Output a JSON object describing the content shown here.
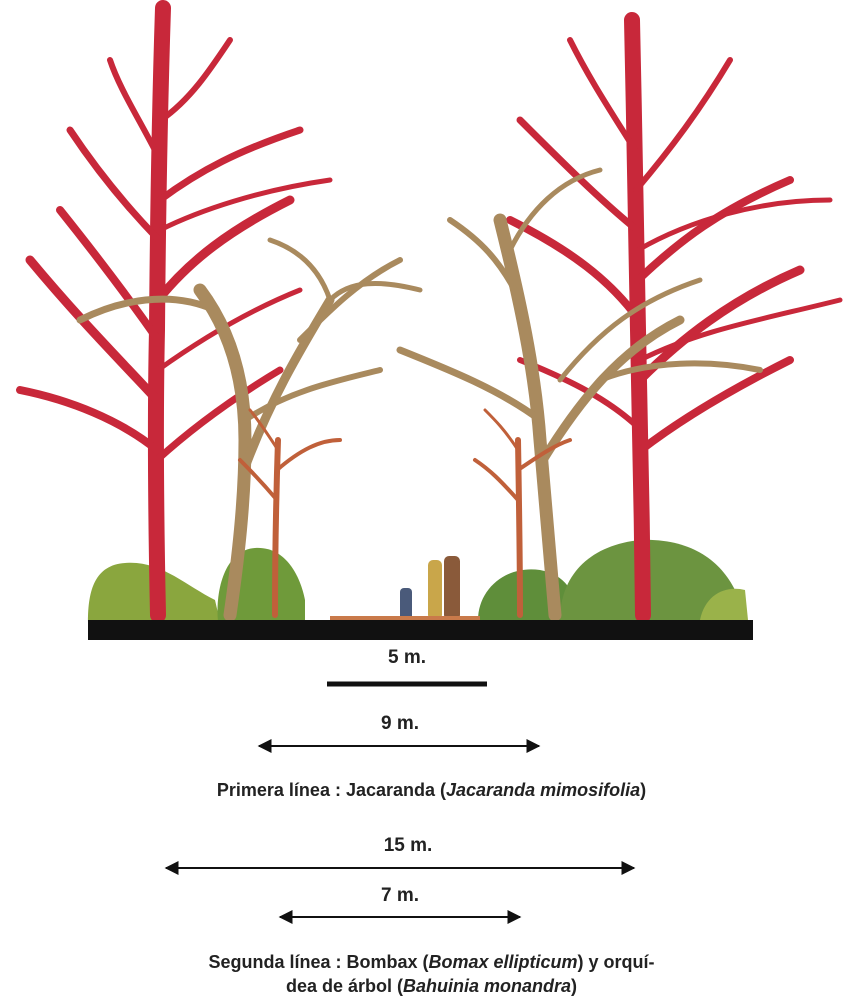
{
  "scale_bar": {
    "label": "5 m."
  },
  "row1": {
    "spacing_label": "9 m.",
    "caption_pre": "Primera línea : Jacaranda (",
    "caption_species": "Jacaranda mimosifolia",
    "caption_post": ")"
  },
  "row2": {
    "spacing_label": "15 m.",
    "spacing2_label": "7 m.",
    "caption_line1_pre": "Segunda línea : Bombax (",
    "caption_line1_species": "Bomax ellipticum",
    "caption_line1_post": ") y orquí-",
    "caption_line2_pre": "dea de árbol (",
    "caption_line2_species": "Bahuinia monandra",
    "caption_line2_post": ")"
  },
  "colors": {
    "red_tree": "#c8283a",
    "brown_tree": "#a98a5e",
    "orange_tree": "#c0603a",
    "shrub_green": "#7c9a3a",
    "ground": "#111111"
  }
}
